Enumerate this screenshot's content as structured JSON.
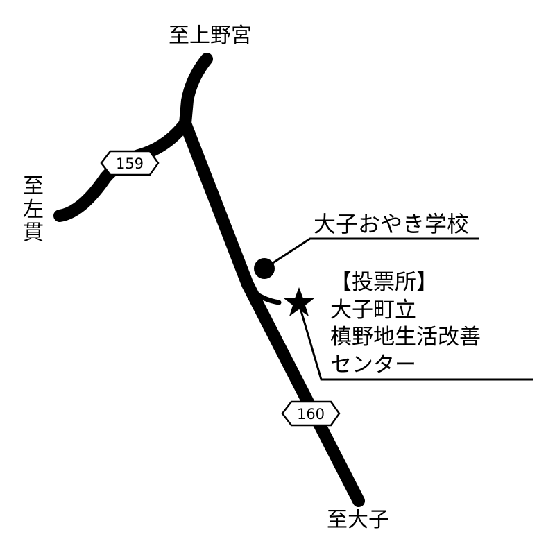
{
  "map": {
    "destinations": {
      "north": "至上野宮",
      "west": "至左貫",
      "south": "至大子"
    },
    "route_shields": [
      {
        "id": "route-159",
        "number": "159"
      },
      {
        "id": "route-160",
        "number": "160"
      }
    ],
    "landmark": {
      "name": "大子おやき学校",
      "marker": "filled-circle"
    },
    "polling_place": {
      "heading": "【投票所】",
      "name_line1": "大子町立",
      "name_line2": "槙野地生活改善",
      "name_line3": "センター",
      "marker": "star-icon"
    }
  }
}
